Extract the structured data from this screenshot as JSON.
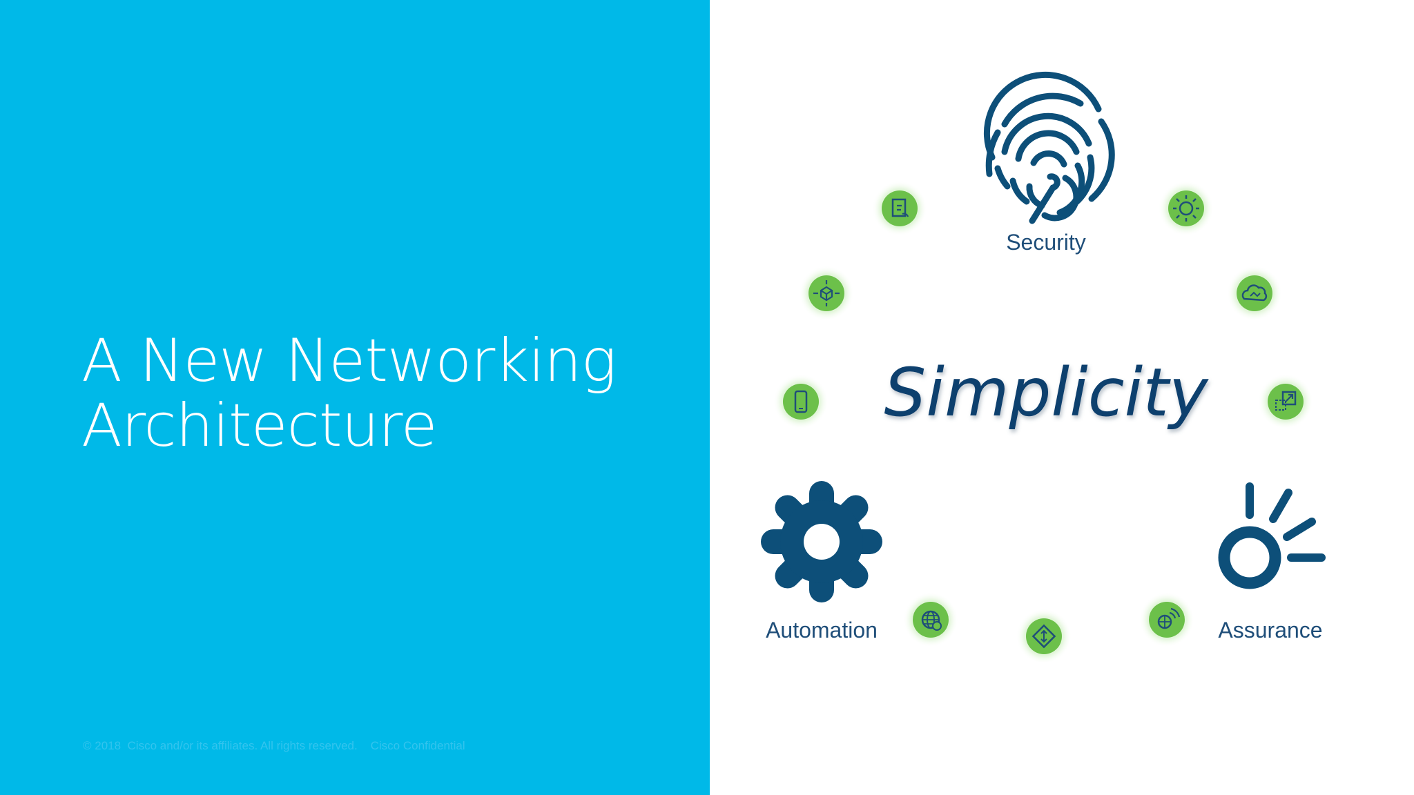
{
  "slide": {
    "title_lines": [
      "A New Networking",
      "Architecture"
    ],
    "footer": "© 2018  Cisco and/or its affiliates. All rights reserved.    Cisco Confidential"
  },
  "diagram": {
    "center_label": "Simplicity",
    "pillars": [
      {
        "label": "Security",
        "icon": "fingerprint-icon"
      },
      {
        "label": "Automation",
        "icon": "gear-icon"
      },
      {
        "label": "Assurance",
        "icon": "insight-icon"
      }
    ],
    "small_icons": [
      "document-icon",
      "router-icon",
      "cloud-icon",
      "cube-icon",
      "mobile-icon",
      "expand-icon",
      "globe-icon",
      "switch-icon",
      "wireless-globe-icon"
    ]
  },
  "colors": {
    "left_panel": "#00b9e8",
    "primary_navy": "#0d4f79",
    "green_icon": "#6cc04a",
    "green_halo": "#d7f0cc",
    "text_dark": "#1f4e79"
  }
}
